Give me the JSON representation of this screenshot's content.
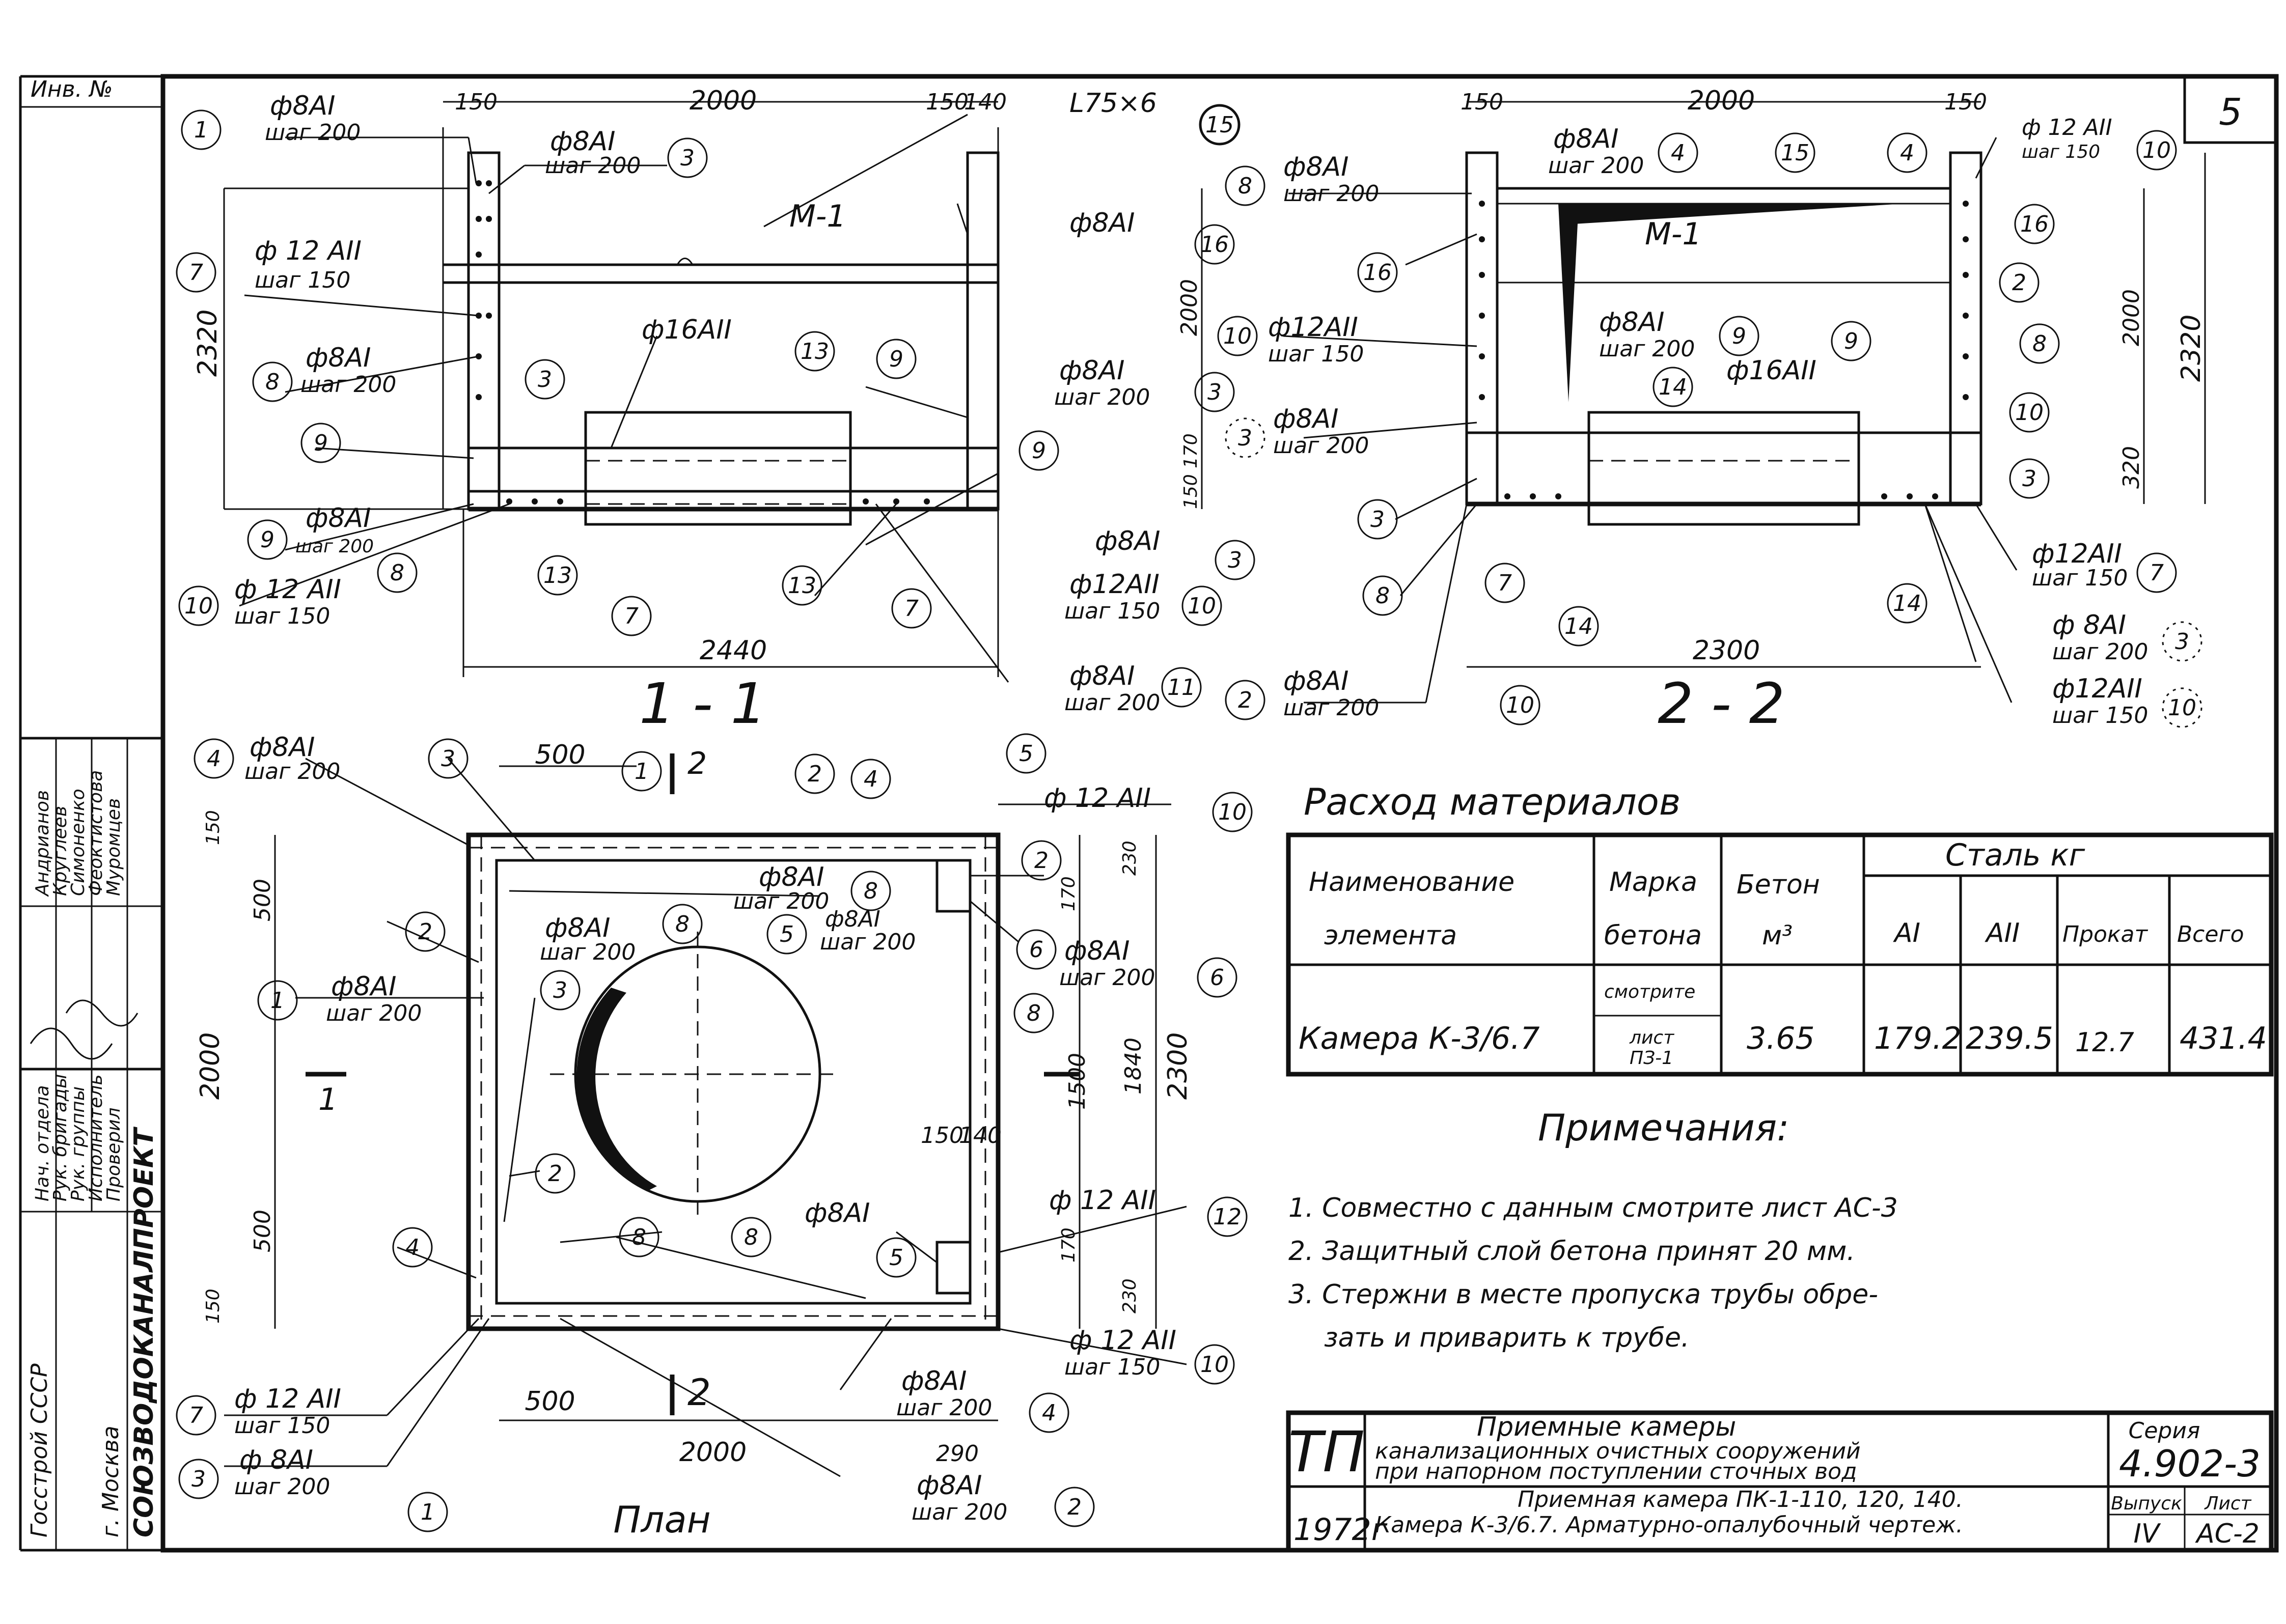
{
  "sheet": {
    "number": "5"
  },
  "stamp": {
    "inv_no": "Инв. №",
    "org_vertical": "СОЮЗВОДОКАНАЛПРОЕКТ",
    "city": "г. Москва",
    "gosstroy": "Госстрой СССР",
    "roles": [
      "Нач. отдела",
      "Рук. бригады",
      "Рук. группы",
      "Исполнитель",
      "Проверил"
    ],
    "names": [
      "Андрианов",
      "Круглеев",
      "Симоненко",
      "Феоктистова",
      "Муромцев"
    ]
  },
  "section_1": {
    "title": "1 - 1",
    "dims": {
      "d150a": "150",
      "d2000": "2000",
      "d150b": "150",
      "d140": "140",
      "d2320": "2320",
      "d2000v": "2000",
      "d170": "170",
      "d150v": "150",
      "d2440": "2440"
    },
    "labels": {
      "l1a": "ф8АI",
      "l1b": "шаг 200",
      "l3a": "ф8АI",
      "l3b": "шаг 200",
      "l7a": "ф 12 АII",
      "l7b": "шаг 150",
      "l8a": "ф8АI",
      "l8b": "шаг 200",
      "l9a": "ф8АI",
      "l9b": "шаг 200",
      "l10a": "ф 12 АII",
      "l10b": "шаг 150",
      "angle": "L75×6",
      "m1": "М-1",
      "r16": "ф8АI",
      "r16a": "ф16АII",
      "r3a": "ф8АI",
      "r3b": "шаг 200",
      "r3c": "ф8АI",
      "r10a": "ф12АII",
      "r10b": "шаг 150",
      "r11a": "ф8АI",
      "r11b": "шаг 200"
    }
  },
  "section_2": {
    "title": "2 - 2",
    "dims": {
      "d150a": "150",
      "d2000": "2000",
      "d150b": "150",
      "d2000v": "2000",
      "d2320": "2320",
      "d320": "320",
      "d2300": "2300"
    },
    "labels": {
      "l8a": "ф8АI",
      "l8b": "шаг 200",
      "l4": "ф8АI",
      "l4b": "шаг 200",
      "l10a": "ф12АII",
      "l10b": "шаг 150",
      "m1": "М-1",
      "l3a": "ф8АI",
      "l3b": "шаг 200",
      "l9": "ф8АI",
      "l9b": "шаг 200",
      "l16": "ф16АII",
      "l2a": "ф8АI",
      "l2b": "шаг 200",
      "r10a": "ф 12 АII",
      "r10b": "шаг 150",
      "r7a": "ф12АII",
      "r7b": "шаг 150",
      "r3a": "ф 8АI",
      "r3b": "шаг 200",
      "r10c": "ф12АII",
      "r10d": "шаг 150"
    }
  },
  "plan": {
    "title": "План",
    "cut1": "1",
    "cut2": "2",
    "dims": {
      "d500a": "500",
      "d150": "150",
      "d500b": "500",
      "d2000v": "2000",
      "d500c": "500",
      "d150b": "150",
      "d500d": "500",
      "d2000h": "2000",
      "d230a": "230",
      "d170a": "170",
      "d1840": "1840",
      "d2300": "2300",
      "d1500": "1500",
      "d150c": "150",
      "d140": "140",
      "d170b": "170",
      "d230b": "230",
      "d290": "290"
    },
    "labels": {
      "l4a": "ф8АI",
      "l4b": "шаг 200",
      "l1a": "ф8АI",
      "l1b": "шаг 200",
      "l7a": "ф 12 АII",
      "l7b": "шаг 150",
      "l3a": "ф 8АI",
      "l3b": "шаг 200",
      "t10": "ф 12 АII",
      "m8a": "ф8АI",
      "m8b": "шаг 200",
      "m5a": "ф8АI",
      "m5b": "шаг 200",
      "r6a": "ф8АI",
      "r6b": "шаг 200",
      "m8c": "ф8АI",
      "r12": "ф 12 АII",
      "r10a": "ф 12 АII",
      "r10b": "шаг 150",
      "b4a": "ф8АI",
      "b4b": "шаг 200",
      "b2a": "ф8АI",
      "b2b": "шаг 200"
    }
  },
  "materials": {
    "title": "Расход материалов",
    "headers": {
      "name_1": "Наименование",
      "name_2": "элемента",
      "grade_1": "Марка",
      "grade_2": "бетона",
      "concrete_1": "Бетон",
      "concrete_2": "м³",
      "steel": "Сталь кг",
      "ai": "АI",
      "aii": "АII",
      "rolled": "Прокат",
      "total": "Всего"
    },
    "row": {
      "element": "Камера К-3/6.7",
      "grade_1": "смотрите",
      "grade_2": "лист",
      "grade_3": "ПЗ-1",
      "concrete": "3.65",
      "ai": "179.2",
      "aii": "239.5",
      "rolled": "12.7",
      "total": "431.4"
    }
  },
  "notes": {
    "title": "Примечания:",
    "items": [
      "1. Совместно с данным смотрите лист АС-3",
      "2. Защитный слой бетона принят 20 мм.",
      "3. Стержни в месте пропуска трубы обре-",
      "зать и приварить к трубе."
    ]
  },
  "title_block": {
    "logo": "ТП",
    "year": "1972г",
    "title_1": "Приемные камеры",
    "title_2": "канализационных очистных сооружений",
    "title_3": "при напорном поступлении сточных вод",
    "sub_1": "Приемная камера ПК-1-110, 120, 140.",
    "sub_2": "Камера К-3/6.7. Арматурно-опалубочный чертеж.",
    "series_label": "Серия",
    "series": "4.902-3",
    "issue_label": "Выпуск",
    "issue": "IV",
    "sheet_label": "Лист",
    "sheet": "АС-2"
  }
}
